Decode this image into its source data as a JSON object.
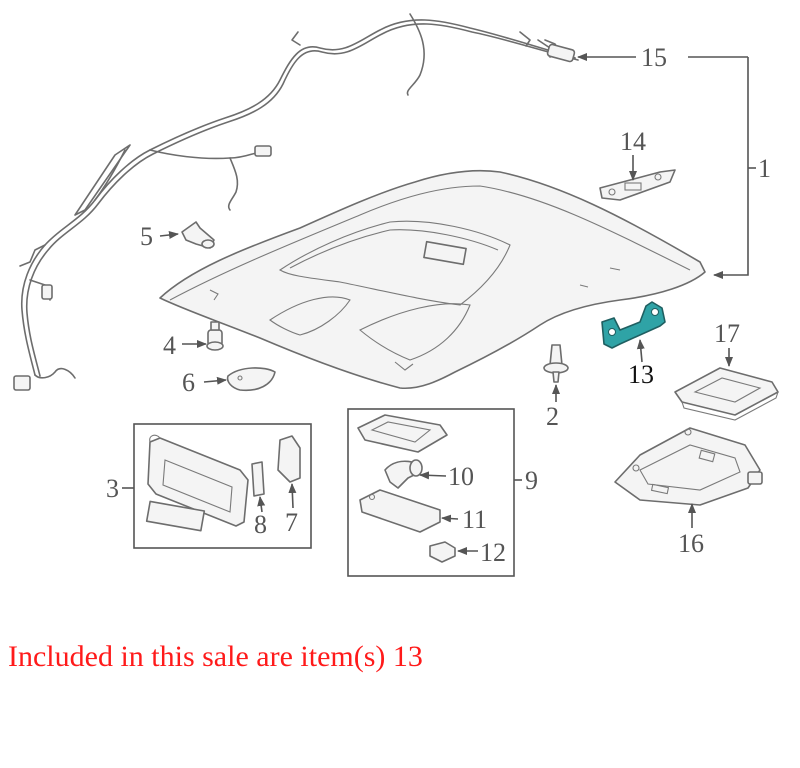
{
  "colors": {
    "highlight": "#2fa3a6",
    "note": "#ff1a1a",
    "line": "#6d6d6d",
    "callout": "#555555"
  },
  "callouts": {
    "c1": "1",
    "c2": "2",
    "c3": "3",
    "c4": "4",
    "c5": "5",
    "c6": "6",
    "c7": "7",
    "c8": "8",
    "c9": "9",
    "c10": "10",
    "c11": "11",
    "c12": "12",
    "c13": "13",
    "c14": "14",
    "c15": "15",
    "c16": "16",
    "c17": "17"
  },
  "highlighted_item": "13",
  "note": "Included in this sale are item(s) 13"
}
